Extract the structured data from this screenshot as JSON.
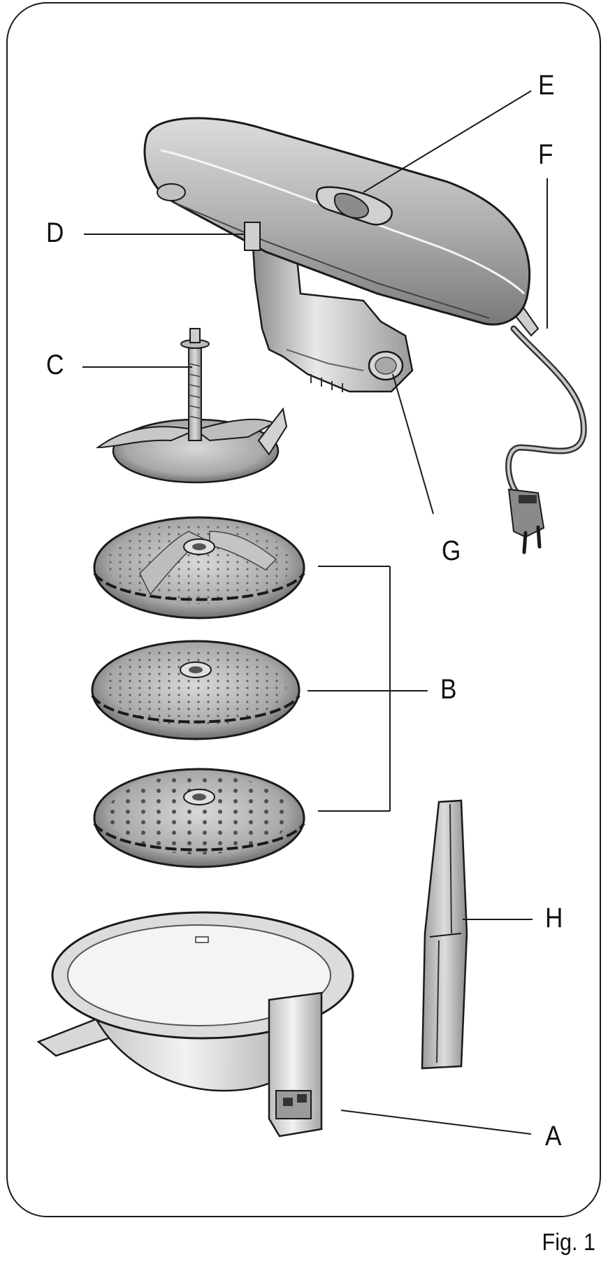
{
  "figure": {
    "caption": "Fig. 1",
    "labels": {
      "a": "A",
      "b": "B",
      "c": "C",
      "d": "D",
      "e": "E",
      "f": "F",
      "g": "G",
      "h": "H"
    }
  },
  "colors": {
    "outline": "#1a1a1a",
    "metal_light": "#e6e6e6",
    "metal_mid": "#b8b8b8",
    "metal_dark": "#6e6e6e"
  }
}
